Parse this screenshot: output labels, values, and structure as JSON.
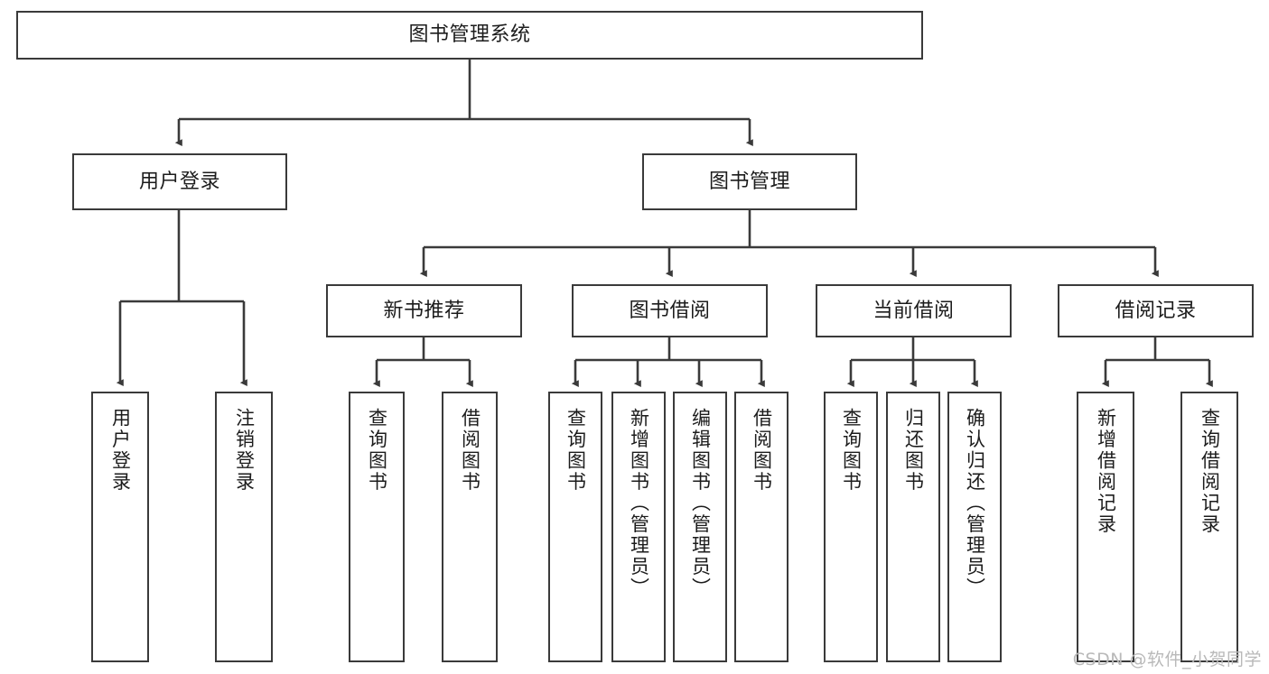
{
  "diagram": {
    "title": "图书管理系统",
    "type": "tree-hierarchy-chart",
    "stroke_color": "#3a3a3a",
    "fill_color": "#ffffff",
    "text_color": "#1c1c1c",
    "watermark": "CSDN @软件_小贺同学",
    "watermark_color": "#b9b9b9"
  },
  "nodes": {
    "root": {
      "label": "图书管理系统"
    },
    "level2": [
      {
        "label": "用户登录"
      },
      {
        "label": "图书管理"
      }
    ],
    "level3": [
      {
        "label": "新书推荐"
      },
      {
        "label": "图书借阅"
      },
      {
        "label": "当前借阅"
      },
      {
        "label": "借阅记录"
      }
    ],
    "leaves": {
      "user_login": [
        {
          "label": "用户登录"
        },
        {
          "label": "注销登录"
        }
      ],
      "new_book": [
        {
          "label": "查询图书"
        },
        {
          "label": "借阅图书"
        }
      ],
      "borrow_book": [
        {
          "label": "查询图书"
        },
        {
          "label": "新增图书（管理员）"
        },
        {
          "label": "编辑图书（管理员）"
        },
        {
          "label": "借阅图书"
        }
      ],
      "current_borrow": [
        {
          "label": "查询图书"
        },
        {
          "label": "归还图书"
        },
        {
          "label": "确认归还（管理员）"
        }
      ],
      "borrow_record": [
        {
          "label": "新增借阅记录"
        },
        {
          "label": "查询借阅记录"
        }
      ]
    }
  }
}
